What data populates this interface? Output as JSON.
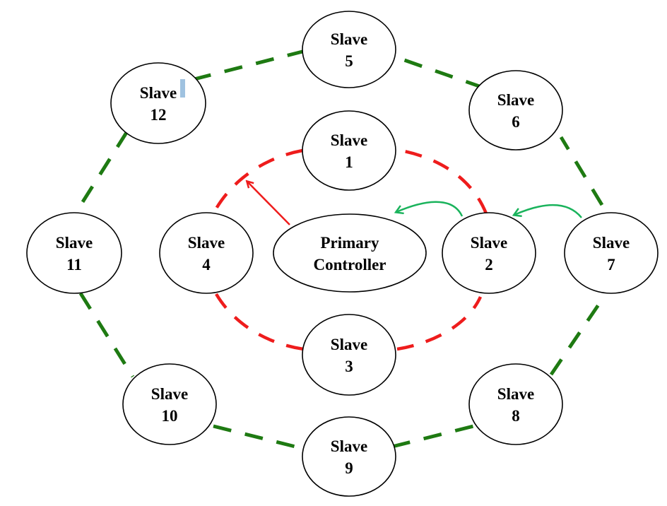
{
  "colors": {
    "outer_ring": "#1e7a12",
    "inner_ring": "#ee1c1c",
    "controller_arrow": "#ee1c1c",
    "handoff_arrows": "#1ab35c",
    "cursor_marker": "#9fc2e0",
    "node_fill": "#ffffff",
    "node_stroke": "#000000"
  },
  "nodes": [
    {
      "id": "slave-5",
      "line1": "Slave",
      "line2": "5"
    },
    {
      "id": "slave-6",
      "line1": "Slave",
      "line2": "6"
    },
    {
      "id": "slave-12",
      "line1": "Slave",
      "line2": "12"
    },
    {
      "id": "slave-1",
      "line1": "Slave",
      "line2": "1"
    },
    {
      "id": "slave-11",
      "line1": "Slave",
      "line2": "11"
    },
    {
      "id": "slave-4",
      "line1": "Slave",
      "line2": "4"
    },
    {
      "id": "primary-controller",
      "line1": "Primary",
      "line2": "Controller"
    },
    {
      "id": "slave-2",
      "line1": "Slave",
      "line2": "2"
    },
    {
      "id": "slave-7",
      "line1": "Slave",
      "line2": "7"
    },
    {
      "id": "slave-3",
      "line1": "Slave",
      "line2": "3"
    },
    {
      "id": "slave-10",
      "line1": "Slave",
      "line2": "10"
    },
    {
      "id": "slave-8",
      "line1": "Slave",
      "line2": "8"
    },
    {
      "id": "slave-9",
      "line1": "Slave",
      "line2": "9"
    }
  ],
  "rings": [
    {
      "id": "outer-ring",
      "color_key": "outer_ring",
      "members": [
        "slave-5",
        "slave-6",
        "slave-7",
        "slave-8",
        "slave-9",
        "slave-10",
        "slave-11",
        "slave-12"
      ]
    },
    {
      "id": "inner-ring",
      "color_key": "inner_ring",
      "members": [
        "slave-1",
        "slave-2",
        "slave-3",
        "slave-4"
      ]
    }
  ],
  "arrows": [
    {
      "id": "controller-to-ring",
      "from": "primary-controller",
      "to": "inner-ring",
      "color_key": "controller_arrow"
    },
    {
      "id": "slave2-to-controller",
      "from": "slave-2",
      "to": "primary-controller",
      "color_key": "handoff_arrows"
    },
    {
      "id": "slave7-to-slave2",
      "from": "slave-7",
      "to": "slave-2",
      "color_key": "handoff_arrows"
    }
  ]
}
